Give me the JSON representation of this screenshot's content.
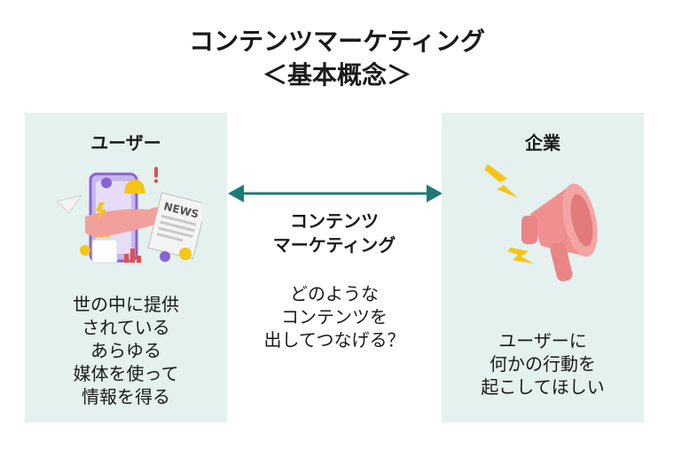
{
  "title": [
    "コンテンツマーケティング",
    "＜基本概念＞"
  ],
  "left_panel": {
    "heading": "ユーザー",
    "illustration_text": "NEWS",
    "lines": [
      "世の中に提供",
      "されている",
      "あらゆる",
      "媒体を使って",
      "情報を得る"
    ]
  },
  "center": {
    "heading": [
      "コンテンツ",
      "マーケティング"
    ],
    "lines": [
      "どのような",
      "コンテンツを",
      "出してつなげる？"
    ]
  },
  "right_panel": {
    "heading": "企業",
    "lines": [
      "ユーザーに",
      "何かの行動を",
      "起こしてほしい"
    ]
  },
  "colors": {
    "panel_bg": "#e4f1ef",
    "arrow": "#1f7a74",
    "hand": "#f2a09b",
    "megaphone": "#f08f8f",
    "accent_yellow": "#f5c518",
    "accent_purple": "#8a63d2"
  }
}
